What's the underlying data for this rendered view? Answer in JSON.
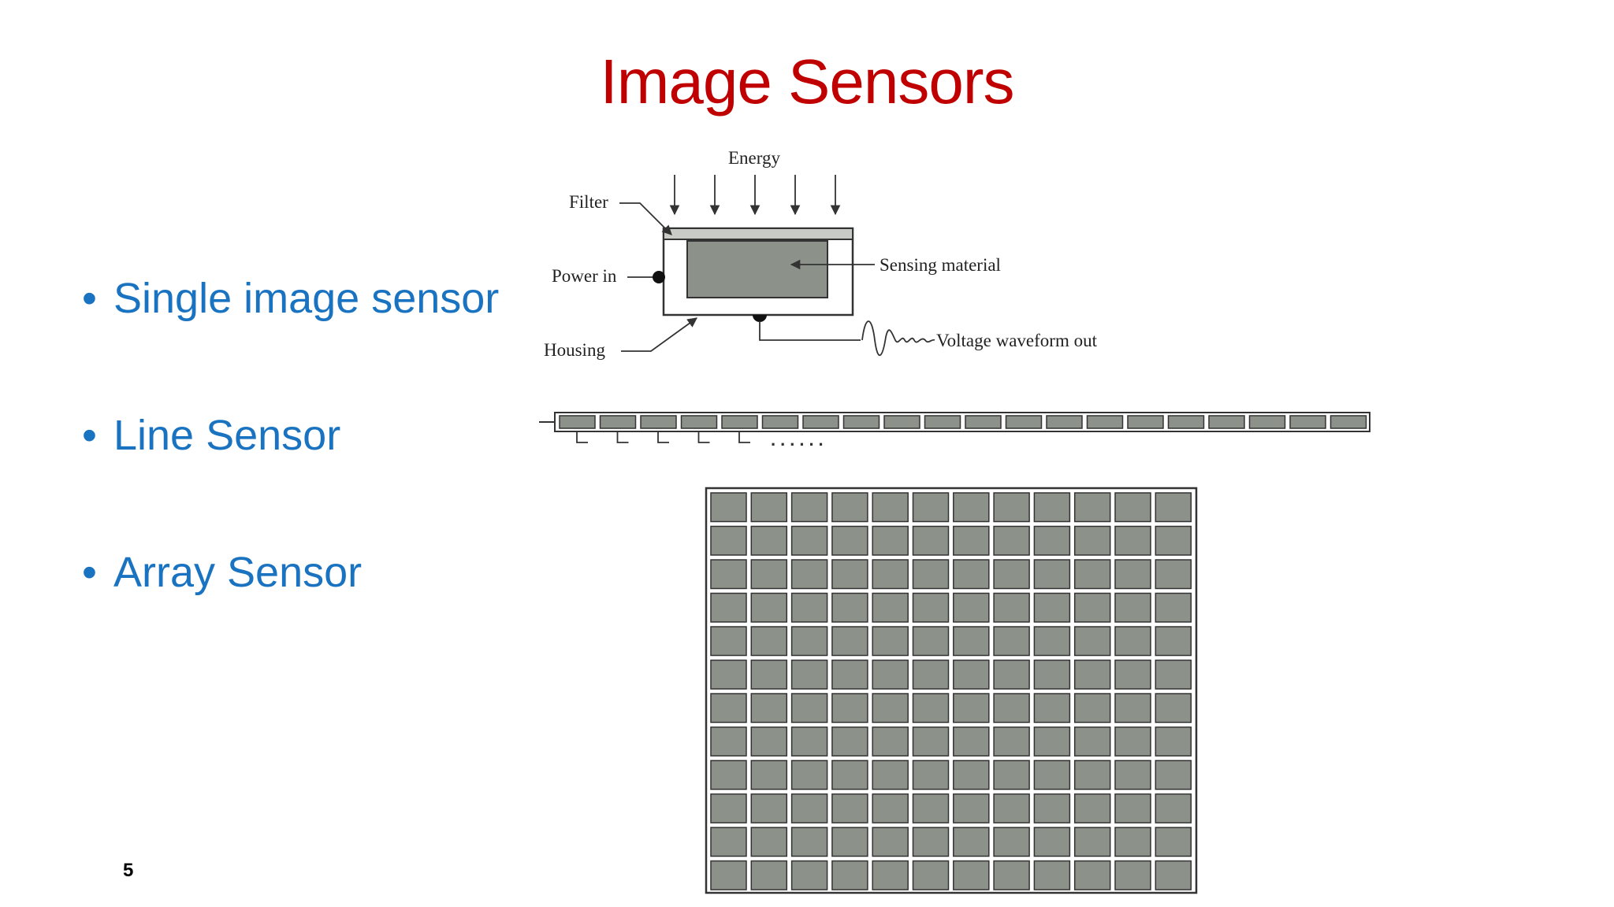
{
  "slide": {
    "title": "Image Sensors",
    "bullets": [
      "Single image sensor",
      "Line Sensor",
      "Array Sensor"
    ],
    "bullet_symbol": "•",
    "page_number": "5"
  },
  "single_sensor": {
    "labels": {
      "energy": "Energy",
      "filter": "Filter",
      "power_in": "Power in",
      "housing": "Housing",
      "sensing_material": "Sensing material",
      "voltage_out": "Voltage waveform out"
    },
    "energy_arrow_count": 5
  },
  "line_sensor": {
    "cell_count": 20,
    "lead_count": 5,
    "ellipsis": "......"
  },
  "array_sensor": {
    "rows": 12,
    "cols": 12
  },
  "colors": {
    "title": "#c00000",
    "bullet_text": "#1a73c0",
    "cell_fill": "#8c9189",
    "line": "#333333"
  }
}
